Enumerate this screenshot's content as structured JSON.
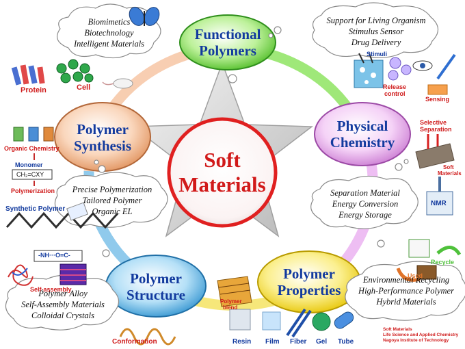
{
  "center": {
    "line1": "Soft",
    "line2": "Materials"
  },
  "nodes": {
    "functional": {
      "line1": "Functional",
      "line2": "Polymers"
    },
    "physical": {
      "line1": "Physical",
      "line2": "Chemistry"
    },
    "properties": {
      "line1": "Polymer",
      "line2": "Properties"
    },
    "structure": {
      "line1": "Polymer",
      "line2": "Structure"
    },
    "synthesis": {
      "line1": "Polymer",
      "line2": "Synthesis"
    }
  },
  "clouds": {
    "top_left": [
      "Biomimetics",
      "Biotechnology",
      "Intelligent Materials"
    ],
    "top_right": [
      "Support for Living Organism",
      "Stimulus Sensor",
      "Drug Delivery"
    ],
    "mid_right": [
      "Separation Material",
      "Energy Conversion",
      "Energy Storage"
    ],
    "bottom_right": [
      "Environmental Recycling",
      "High-Performance Polymer",
      "Hybrid Materials"
    ],
    "bottom_left": [
      "Polymer Alloy",
      "Self-Assembly Materials",
      "Colloidal Crystals"
    ],
    "mid_left": [
      "Precise Polymerization",
      "Tailored Polymer",
      "Organic EL"
    ]
  },
  "labels": {
    "protein": "Protein",
    "cell": "Cell",
    "stimuli": "Stimuli",
    "release": "Release",
    "control": "control",
    "sensing": "Sensing",
    "selective": "Selective",
    "separation": "Separation",
    "soft": "Soft",
    "materials": "Materials",
    "nmr": "NMR",
    "organic_chemistry": "Organic Chemistry",
    "monomer": "Monomer",
    "monomer_formula": "CH₂=CXY",
    "polymerization": "Polymerization",
    "synthetic_polymer": "Synthetic Polymer",
    "hbond": "-NH···O=C-",
    "self_assembly": "Self-assembly",
    "conformation": "Conformation",
    "polymer_blend_1": "Polymer",
    "polymer_blend_2": "blend",
    "resin": "Resin",
    "film": "Film",
    "fiber": "Fiber",
    "gel": "Gel",
    "tube": "Tube",
    "recycle": "Recycle",
    "used": "Used"
  },
  "credit": [
    "Soft Materials",
    "Life Science and Applied Chemistry",
    "Nagoya Institute of Technology"
  ],
  "colors": {
    "center_ring": "#e02020",
    "functional_fill": "#6ed23e",
    "physical_fill": "#e7a6ec",
    "properties_fill": "#f4dd1c",
    "structure_fill": "#4aa8dc",
    "synthesis_fill": "#f2b489",
    "label_blue": "#123a9e",
    "label_red": "#cf1a1a"
  }
}
